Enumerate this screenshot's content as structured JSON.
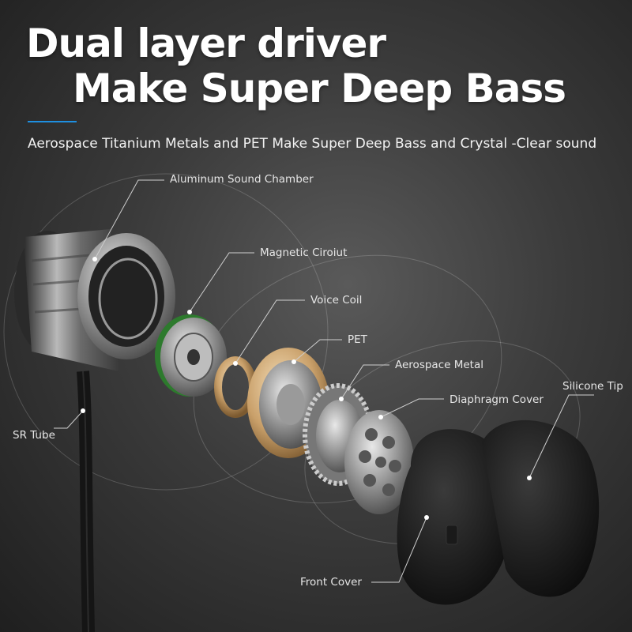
{
  "header": {
    "title_line1": "Dual layer driver",
    "title_line2": "Make Super Deep Bass",
    "subtitle": "Aerospace Titanium Metals and PET Make Super Deep Bass and Crystal -Clear sound"
  },
  "labels": {
    "aluminum_sound_chamber": "Aluminum Sound Chamber",
    "magnetic_circuit": "Magnetic Ciroiut",
    "voice_coil": "Voice Coil",
    "pet": "PET",
    "aerospace_metal": "Aerospace Metal",
    "diaphragm_cover": "Diaphragm Cover",
    "silicone_tip": "Silicone Tip",
    "sr_tube": "SR Tube",
    "front_cover": "Front Cover"
  },
  "colors": {
    "accent": "#1e8fe0",
    "background": "#3b3b3b",
    "voice_coil": "#c9a06a"
  }
}
